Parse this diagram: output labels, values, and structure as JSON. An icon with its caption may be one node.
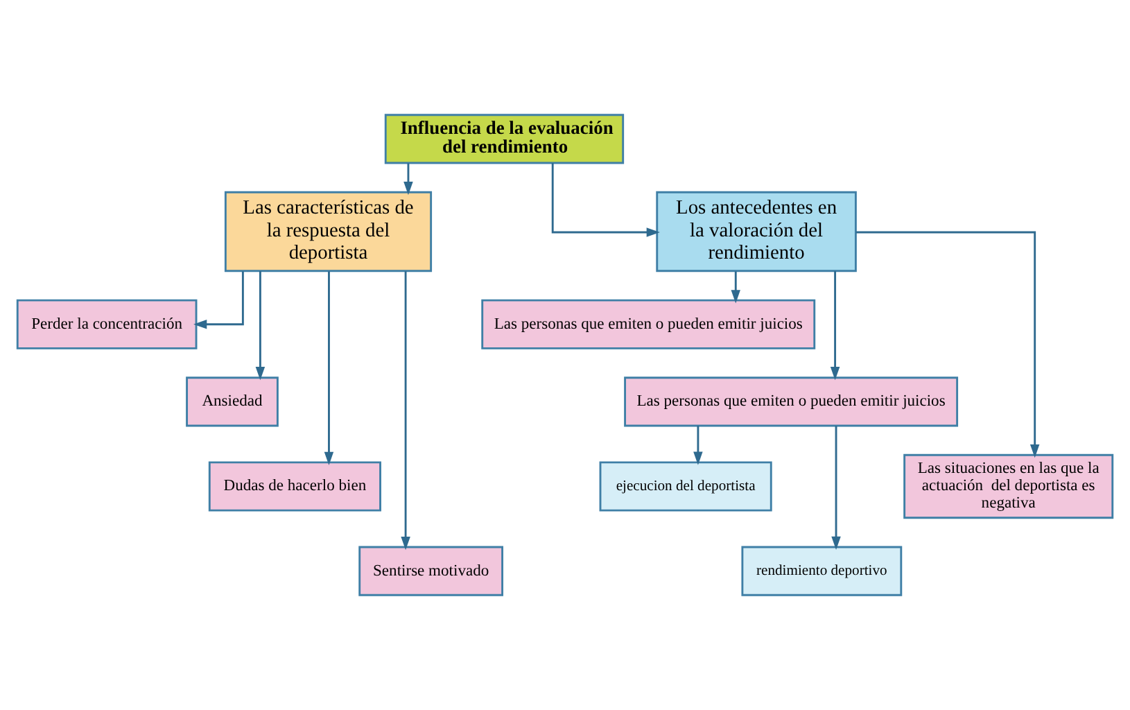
{
  "diagram": {
    "nodes": [
      {
        "text": [
          "Influencia de la evaluación del rendimiento"
        ]
      },
      {
        "text": [
          "Las características de la respuesta del deportista"
        ]
      },
      {
        "text": [
          "Los antecedentes en  la valoración del rendimiento"
        ]
      },
      {
        "text": [
          "Perder la concentración"
        ]
      },
      {
        "text": [
          "Ansiedad"
        ]
      },
      {
        "text": [
          "Dudas de hacerlo bien"
        ]
      },
      {
        "text": [
          "Sentirse motivado"
        ]
      },
      {
        "text": [
          "Las personas que emiten o pueden emitir juicios"
        ]
      },
      {
        "text": [
          "Las personas que emiten o pueden emitir juicios"
        ]
      },
      {
        "text": [
          "ejecucion del deportista"
        ]
      },
      {
        "text": [
          "rendimiento deportivo"
        ]
      },
      {
        "text": [
          "Las situaciones en las que la actuación  del deportista es negativa"
        ]
      }
    ],
    "edges": [
      {
        "from": 0,
        "to": 1,
        "arrow": "to"
      },
      {
        "from": 0,
        "to": 2,
        "arrow": "to"
      },
      {
        "from": 1,
        "to": 3,
        "arrow": "to"
      },
      {
        "from": 1,
        "to": 4,
        "arrow": "to"
      },
      {
        "from": 1,
        "to": 5,
        "arrow": "to"
      },
      {
        "from": 1,
        "to": 6,
        "arrow": "to"
      },
      {
        "from": 2,
        "to": 7,
        "arrow": "to"
      },
      {
        "from": 2,
        "to": 8,
        "arrow": "to"
      },
      {
        "from": 8,
        "to": 9,
        "arrow": "to"
      },
      {
        "from": 8,
        "to": 10,
        "arrow": "to"
      },
      {
        "from": 2,
        "to": 11,
        "arrow": "to"
      }
    ]
  }
}
